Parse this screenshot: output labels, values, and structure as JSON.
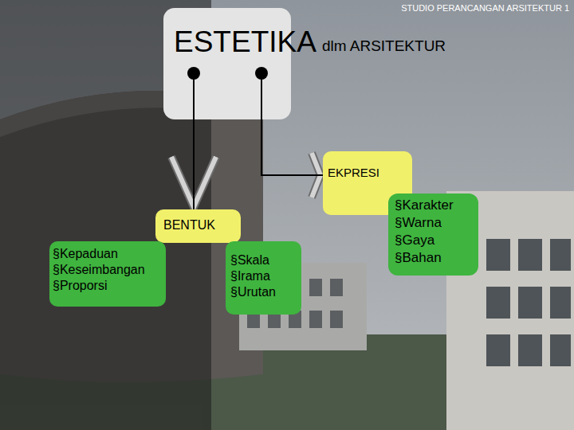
{
  "diagram": {
    "nodes": [
      {
        "text": [
          "ESTETIKA",
          "dlm ARSITEKTUR"
        ]
      },
      {
        "text": [
          "BENTUK"
        ]
      },
      {
        "text": [
          "§Kepaduan",
          "§Keseimbangan",
          "§Proporsi"
        ]
      },
      {
        "text": [
          "§Skala",
          "§Irama",
          "§Urutan"
        ]
      },
      {
        "text": [
          "EKPRESI"
        ]
      },
      {
        "text": [
          "§Karakter",
          "§Warna",
          "§Gaya",
          "§Bahan"
        ]
      }
    ],
    "edges": [
      {
        "from": 0,
        "to": 1,
        "arrow": "to"
      },
      {
        "from": 0,
        "to": 4,
        "arrow": "to"
      }
    ],
    "labels": [
      "STUDIO PERANCANGAN ARSITEKTUR 1"
    ]
  }
}
